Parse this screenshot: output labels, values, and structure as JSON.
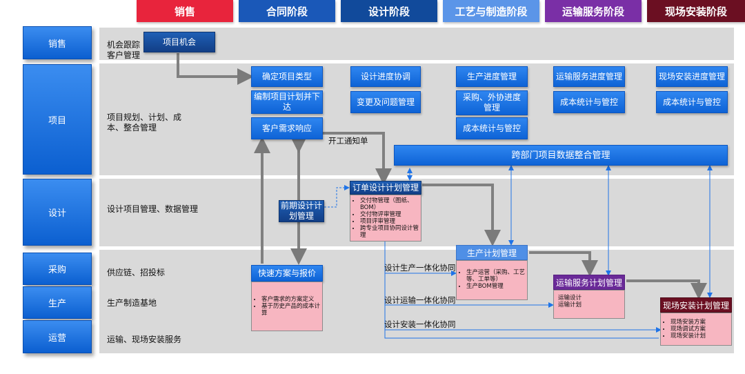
{
  "stages": [
    {
      "label": "销售",
      "color": "#e8243c"
    },
    {
      "label": "合同阶段",
      "color": "#1a58b8"
    },
    {
      "label": "设计阶段",
      "color": "#114a9b"
    },
    {
      "label": "工艺与制造阶段",
      "color": "#5b95e8"
    },
    {
      "label": "运输服务阶段",
      "color": "#7a2fa6"
    },
    {
      "label": "现场安装阶段",
      "color": "#6b0f22"
    }
  ],
  "rows": [
    {
      "label": "销售",
      "desc": "机会跟踪\n客户管理"
    },
    {
      "label": "项目",
      "desc": "项目规划、计划、成\n本、整合管理"
    },
    {
      "label": "设计",
      "desc": "设计项目管理、数据管理"
    },
    {
      "label": "采购",
      "desc": "供应链、招投标"
    },
    {
      "label": "生产",
      "desc": "生产制造基地"
    },
    {
      "label": "运营",
      "desc": "运输、现场安装服务"
    }
  ],
  "boxes": {
    "opportunity": "项目机会",
    "project_type": "确定项目类型",
    "compile_plan": "编制项目计划并下达",
    "customer_response": "客户需求响应",
    "design_progress": "设计进度协调",
    "change_issue": "变更及问题管理",
    "production_progress": "生产进度管理",
    "procure_progress": "采购、外协进度管理",
    "cost_mfg": "成本统计与管控",
    "transport_progress": "运输服务进度管理",
    "cost_transport": "成本统计与管控",
    "install_progress": "现场安装进度管理",
    "cost_install": "成本统计与管控",
    "cross_dept": "跨部门项目数据整合管理",
    "pre_design": "前期设计计划管理",
    "quick_quote": "快速方案与报价"
  },
  "plans": {
    "order_design": {
      "title": "订单设计计划管理",
      "items": [
        "交付物管理（图纸、BOM）",
        "交付物评审管理",
        "项目评审管理",
        "跨专业项目协同设计管理"
      ]
    },
    "production": {
      "title": "生产计划管理",
      "items": [
        "生产运营（采购、工艺等、工单等）",
        "生产BOM管理"
      ]
    },
    "transport": {
      "title": "运输服务计划管理",
      "items": [
        "运输设计",
        "运输计划"
      ]
    },
    "install": {
      "title": "现场安装计划管理",
      "items": [
        "现场安装方案",
        "现场调试方案",
        "现场安装计划"
      ]
    },
    "quick_quote_items": [
      "客户需求的方案定义",
      "基于历史产品的成本计算"
    ]
  },
  "notes": {
    "work_order": "开工通知单",
    "design_production": "设计生产一体化协同",
    "design_transport": "设计运输一体化协同",
    "design_install": "设计安装一体化协同"
  },
  "colors": {
    "row_bg": "#d9d9d9",
    "box_blue": "#1b6fe0",
    "pink": "#f7b6c1",
    "arrow_gray": "#808080",
    "link_blue": "#1e73e8"
  }
}
